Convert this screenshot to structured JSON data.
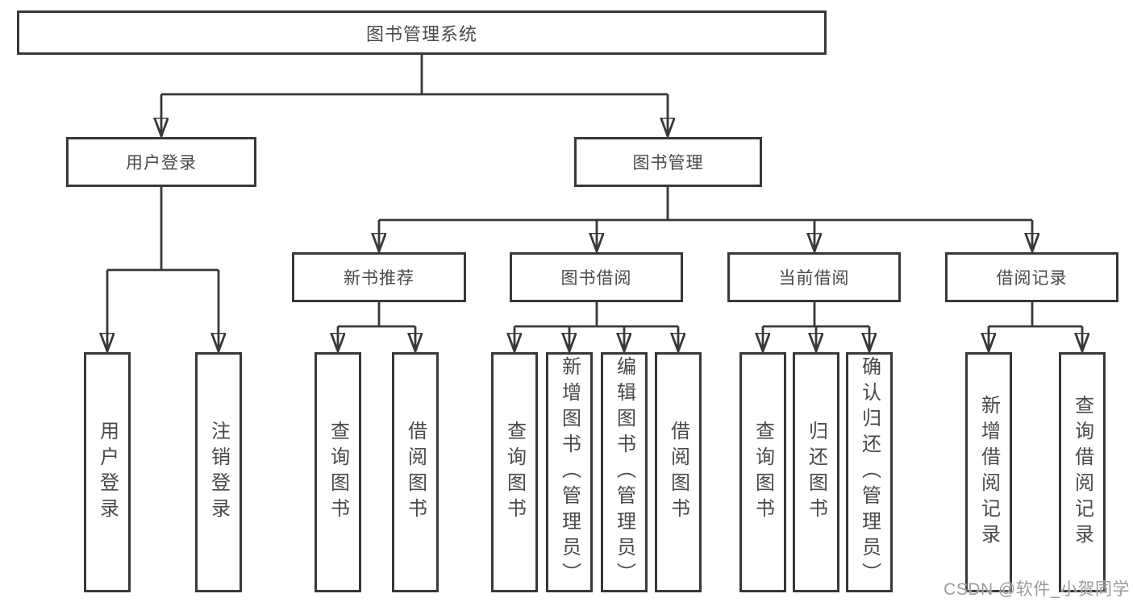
{
  "tree": {
    "root": {
      "label": "图书管理系统"
    },
    "branches": {
      "user_login": {
        "label": "用户登录",
        "children": [
          {
            "label": "用户登录"
          },
          {
            "label": "注销登录"
          }
        ]
      },
      "book_management": {
        "label": "图书管理",
        "sections": {
          "new_book_recommend": {
            "label": "新书推荐",
            "children": [
              {
                "label": "查询图书"
              },
              {
                "label": "借阅图书"
              }
            ]
          },
          "book_borrowing": {
            "label": "图书借阅",
            "children": [
              {
                "label": "查询图书"
              },
              {
                "label": "新增图书（管理员）"
              },
              {
                "label": "编辑图书（管理员）"
              },
              {
                "label": "借阅图书"
              }
            ]
          },
          "current_borrowing": {
            "label": "当前借阅",
            "children": [
              {
                "label": "查询图书"
              },
              {
                "label": "归还图书"
              },
              {
                "label": "确认归还（管理员）"
              }
            ]
          },
          "borrowing_records": {
            "label": "借阅记录",
            "children": [
              {
                "label": "新增借阅记录"
              },
              {
                "label": "查询借阅记录"
              }
            ]
          }
        }
      }
    }
  },
  "watermark": {
    "text": "CSDN @软件_小贺同学"
  },
  "colors": {
    "line": "#383838",
    "box_border": "#383838",
    "text": "#4a4a4a",
    "background": "#ffffff",
    "watermark": "#9b9b9b"
  }
}
